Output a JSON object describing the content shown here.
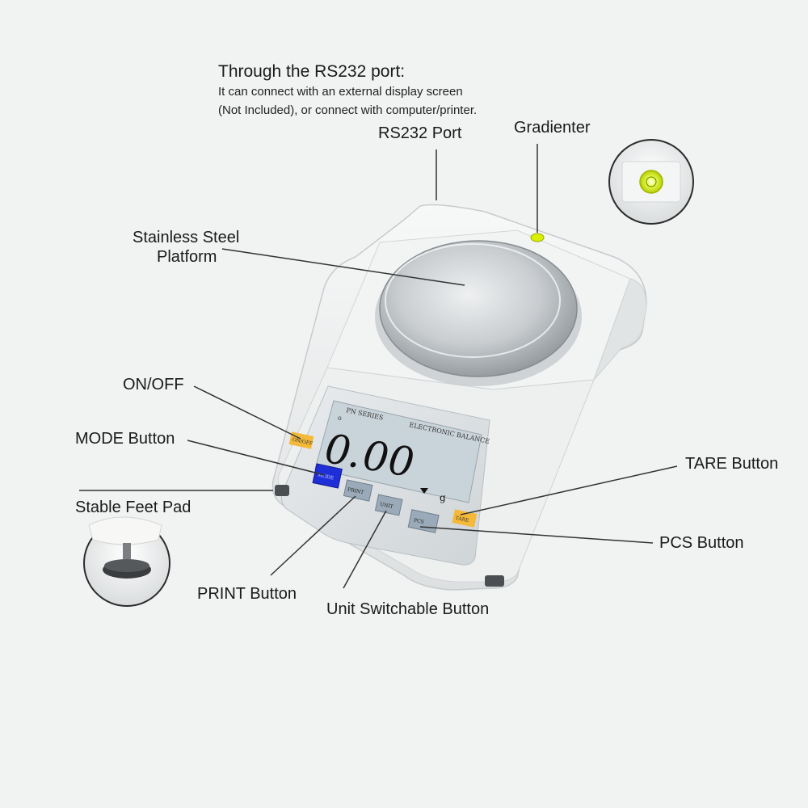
{
  "intro": {
    "title": "Through the RS232 port:",
    "line1": "It can connect with an external display screen",
    "line2": "(Not Included), or connect with computer/printer."
  },
  "labels": {
    "rs232": "RS232 Port",
    "gradienter": "Gradienter",
    "platform_line1": "Stainless Steel",
    "platform_line2": "Platform",
    "onoff": "ON/OFF",
    "mode": "MODE Button",
    "feet": "Stable Feet Pad",
    "tare": "TARE Button",
    "pcs": "PCS Button",
    "print": "PRINT Button",
    "unit": "Unit Switchable Button"
  },
  "device": {
    "series": "PN SERIES",
    "model": "ELECTRONIC BALANCE",
    "reading": "0.00",
    "unit_symbol": "g",
    "indicator": "o",
    "keys": {
      "onoff": "ON/OFF",
      "mode": "MODE",
      "print": "PRINT",
      "unit": "UNIT",
      "pcs": "PCS",
      "tare": "TARE"
    }
  },
  "colors": {
    "background": "#f1f2f2",
    "body": "#eef0f0",
    "display": "#c9d3da",
    "key_grey": "#9aaab8",
    "key_yellow": "#f5b93a",
    "key_blue": "#1f2fd8",
    "bubble": "#d8f000"
  }
}
